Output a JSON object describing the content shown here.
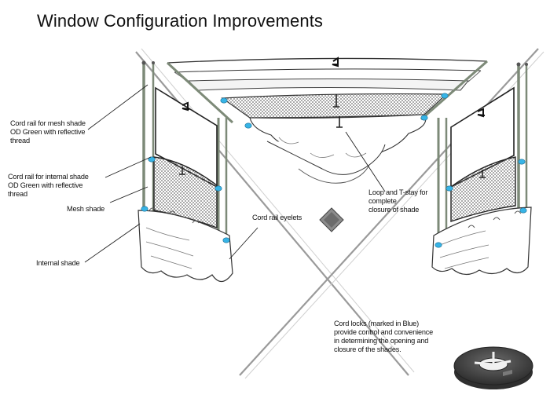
{
  "title": "Window Configuration Improvements",
  "labels": {
    "cord_rail_mesh": [
      "Cord rail for mesh shade",
      "OD Green with reflective",
      "thread"
    ],
    "cord_rail_internal": [
      "Cord rail for internal shade",
      "OD Green with reflective",
      "thread"
    ],
    "mesh_shade": "Mesh shade",
    "internal_shade": "Internal shade",
    "cord_rail_eyelets": "Cord rail eyelets",
    "loop_tstay": [
      "Loop and T-stay for",
      "complete",
      "closure of shade"
    ],
    "cord_locks": [
      "Cord locks (marked in Blue)",
      "provide control and convenience",
      "in determining the opening and",
      "closure of the shades."
    ]
  },
  "colors": {
    "cord_lock": "#37b4e6",
    "pole": "#8a9a86",
    "line": "#333333",
    "mesh": "#666666",
    "cord_lock_part": "#4a4a4a"
  }
}
